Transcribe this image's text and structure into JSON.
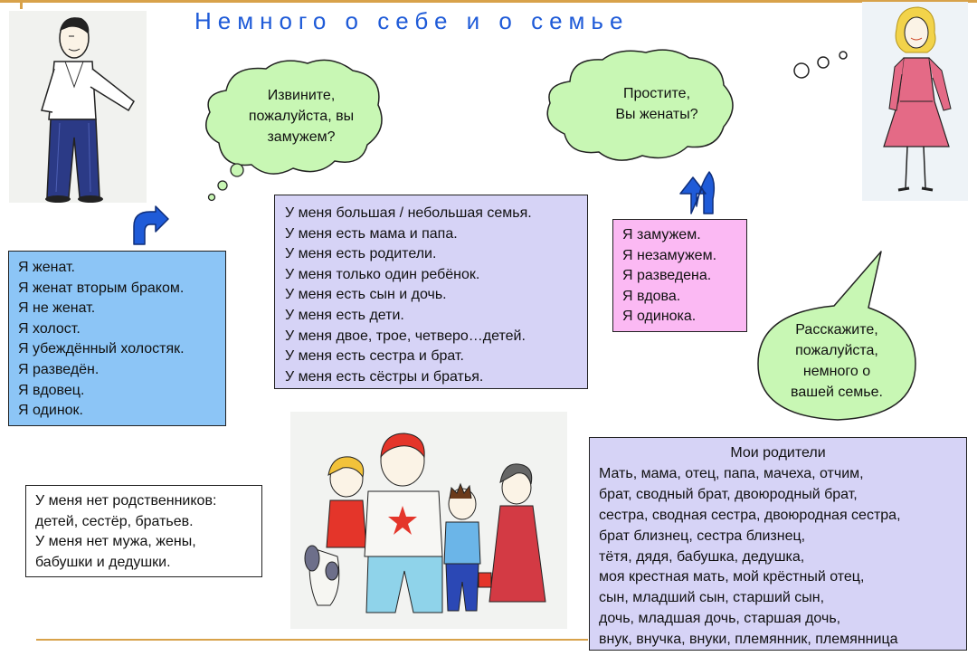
{
  "title": "Немного о себе и о семье",
  "bubbles": {
    "left": [
      "Извините,",
      "пожалуйста, вы",
      "замужем?"
    ],
    "right": [
      "Простите,",
      "Вы женаты?"
    ],
    "bottom_right": [
      "Расскажите,",
      "пожалуйста,",
      "немного о",
      "вашей семье."
    ]
  },
  "boxes": {
    "man": [
      "Я женат.",
      "Я женат вторым браком.",
      "Я не женат.",
      "Я холост.",
      "Я убеждённый холостяк.",
      "Я разведён.",
      "Я вдовец.",
      "Я одинок."
    ],
    "family": [
      "У меня большая / небольшая семья.",
      "У меня есть мама и папа.",
      "У меня есть родители.",
      "У меня только один ребёнок.",
      "У меня есть  сын и дочь.",
      "У меня  есть дети.",
      "У меня двое, трое, четверо…детей.",
      "У меня есть сестра и брат.",
      "У меня есть сёстры и братья."
    ],
    "woman": [
      "Я  замужем.",
      "Я незамужем.",
      "Я разведена.",
      "Я вдова.",
      "Я одинока."
    ],
    "no_relatives": [
      "У меня нет родственников:",
      " детей, сестёр, братьев.",
      "У меня нет мужа, жены,",
      "бабушки и дедушки."
    ],
    "relatives_title": "Мои родители",
    "relatives": [
      "Мать, мама, отец, папа, мачеха, отчим,",
      "брат, сводный брат, двоюродный брат,",
      "сестра, сводная сестра, двоюродная сестра,",
      " брат близнец, сестра близнец,",
      "тётя, дядя, бабушка, дедушка,",
      " моя крестная мать, мой крёстный отец,",
      "сын, младший сын, старший сын,",
      "дочь, младшая дочь, старшая дочь,",
      "внук, внучка, внуки, племянник, племянница"
    ]
  },
  "colors": {
    "title": "#1f5bd8",
    "bubble": "#c8f7b4",
    "box_blue": "#8cc5f6",
    "box_lavender": "#d6d3f6",
    "box_pink": "#fbb9f3",
    "arrow": "#1f5bd8",
    "rule": "#d8a24a"
  }
}
